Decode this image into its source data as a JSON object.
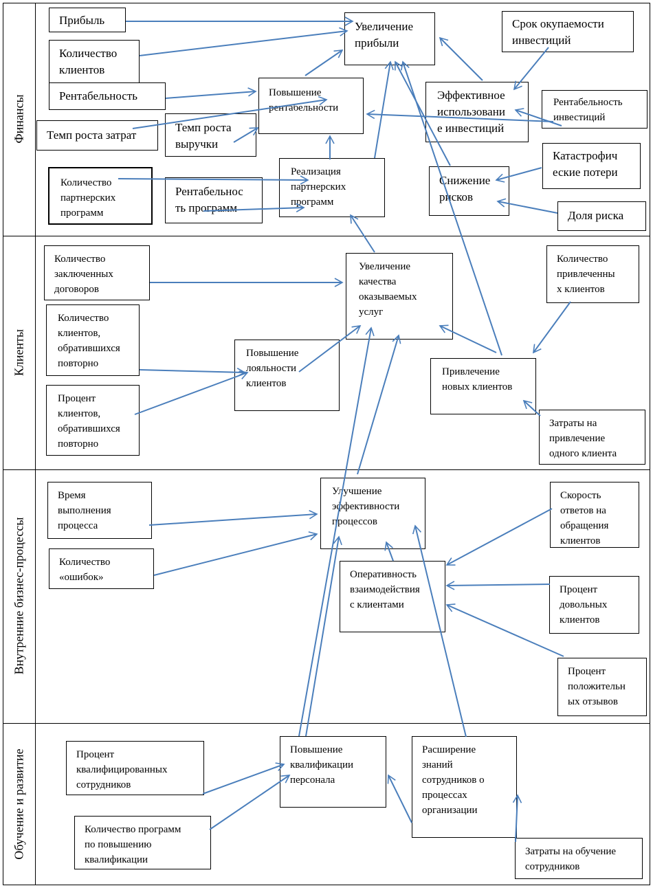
{
  "diagram": {
    "sections": [
      {
        "id": "finance",
        "label": "Финансы"
      },
      {
        "id": "clients",
        "label": "Клиенты"
      },
      {
        "id": "processes",
        "label": "Внутренние бизнес-процессы"
      },
      {
        "id": "learning",
        "label": "Обучение и развитие"
      }
    ],
    "nodes": {
      "profit": "Прибыль",
      "client_count": "Количество\nклиентов",
      "profitability": "Рентабельность",
      "cost_growth": "Темп роста затрат",
      "revenue_growth": "Темп роста\nвыручки",
      "partner_programs_count": "Количество\nпартнерских\nпрограмм",
      "program_profitability": "Рентабельнос\nть программ",
      "increase_profit": "Увеличение\nприбыли",
      "increase_profitability": "Повышение\nрентабельности",
      "partner_programs": "Реализация\nпартнерских\nпрограмм",
      "payback_period": "Срок окупаемости\nинвестиций",
      "effective_investment": "Эффективное\nиспользовани\nе инвестиций",
      "investment_profitability": "Рентабельность\nинвестиций",
      "catastrophic_losses": "Катастрофич\nеские потери",
      "risk_reduction": "Снижение\nрисков",
      "risk_share": "Доля риска",
      "contracts_count": "Количество\nзаключенных\nдоговоров",
      "service_quality": "Увеличение\nкачества\nоказываемых\nуслуг",
      "attracted_clients_count": "Количество\nпривлеченны\nх клиентов",
      "repeat_clients_count": "Количество\nклиентов,\nобратившихся\nповторно",
      "loyalty": "Повышение\nлояльности\nклиентов",
      "repeat_clients_pct": "Процент\nклиентов,\nобратившихся\nповторно",
      "new_clients": "Привлечение\nновых клиентов",
      "acquisition_cost": "Затраты на\nпривлечение\nодного клиента",
      "process_time": "Время\nвыполнения\nпроцесса",
      "process_efficiency": "Улучшение\nэффективности\nпроцессов",
      "response_speed": "Скорость\nответов на\nобращения\nклиентов",
      "errors_count": "Количество\n«ошибок»",
      "client_interaction": "Оперативность\nвзаимодействия\nс клиентами",
      "satisfied_clients": "Процент\nдовольных\nклиентов",
      "positive_reviews": "Процент\nположительн\nых отзывов",
      "qualified_staff_pct": "Процент\nквалифицированных\nсотрудников",
      "staff_qualification": "Повышение\nквалификации\nперсонала",
      "process_knowledge": "Расширение\nзнаний\nсотрудников о\nпроцессах\nорганизации",
      "training_programs_count": "Количество программ\nпо повышению\nквалификации",
      "training_costs": "Затраты на обучение\nсотрудников"
    }
  },
  "colors": {
    "arrow": "#4a7ebb",
    "border": "#000000",
    "background": "#ffffff"
  }
}
